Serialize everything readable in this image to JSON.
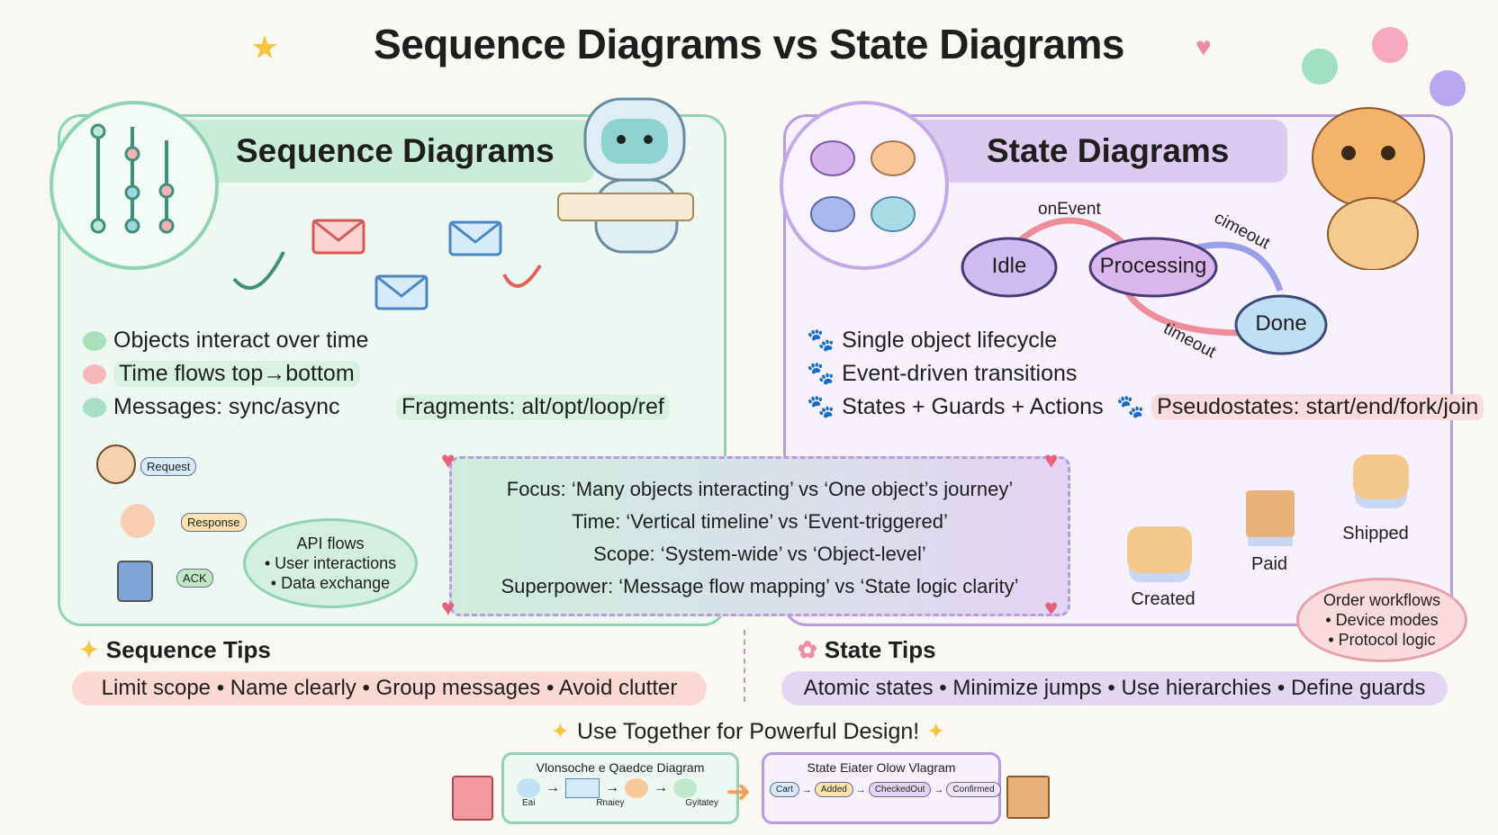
{
  "title": "Sequence Diagrams vs State Diagrams",
  "colors": {
    "sequence_accent": "#8fd3b3",
    "state_accent": "#b99be0",
    "tips_seq_bg": "#fbd8d2",
    "tips_state_bg": "#e3d6f3"
  },
  "sequence": {
    "heading": "Sequence Diagrams",
    "icon": "lifeline-icon",
    "bullets": [
      {
        "icon": "green-face-icon",
        "text": "Objects interact over time"
      },
      {
        "icon": "pink-face-icon",
        "text": "Time flows top→bottom"
      },
      {
        "icon": "green-chat-icon",
        "text": "Messages: sync/async"
      }
    ],
    "fragments": "Fragments: alt/opt/loop/ref",
    "example": {
      "request": "Request",
      "response": "Response",
      "ack": "ACK"
    },
    "uses": [
      "API flows",
      "• User interactions",
      "• Data exchange"
    ]
  },
  "state": {
    "heading": "State Diagrams",
    "icon": "state-cycle-icon",
    "diagram": {
      "states": [
        "Idle",
        "Processing",
        "Done"
      ],
      "transitions": [
        "onEvent",
        "cimeout",
        "timeout"
      ]
    },
    "bullets": [
      {
        "icon": "paw-icon",
        "text": "Single object lifecycle"
      },
      {
        "icon": "paw-icon",
        "text": "Event-driven transitions"
      },
      {
        "icon": "paw-icon",
        "text": "States + Guards + Actions"
      }
    ],
    "pseudostates": "Pseudostates: start/end/fork/join",
    "example": [
      "Created",
      "Paid",
      "Shipped"
    ],
    "uses": [
      "Order workflows",
      "• Device modes",
      "• Protocol logic"
    ]
  },
  "comparison": [
    "Focus: ‘Many objects interacting’ vs ‘One object’s journey’",
    "Time: ‘Vertical timeline’ vs ‘Event-triggered’",
    "Scope: ‘System-wide’ vs ‘Object-level’",
    "Superpower: ‘Message flow mapping’ vs ‘State logic clarity’"
  ],
  "tips": {
    "sequence": {
      "heading": "Sequence Tips",
      "text": "Limit scope • Name clearly • Group messages • Avoid clutter"
    },
    "state": {
      "heading": "State Tips",
      "text": "Atomic states • Minimize jumps • Use hierarchies • Define guards"
    }
  },
  "together": {
    "heading": "Use Together for Powerful Design!",
    "left_title": "Vlonsoche e Qaedce Diagram",
    "left_labels": [
      "Eai",
      "Rnaiey",
      "Gyitatey"
    ],
    "right_title": "State Eiater Olow Vlagram",
    "right_chips": [
      "Cart",
      "Added",
      "CheckedOut",
      "Confirmed"
    ]
  }
}
